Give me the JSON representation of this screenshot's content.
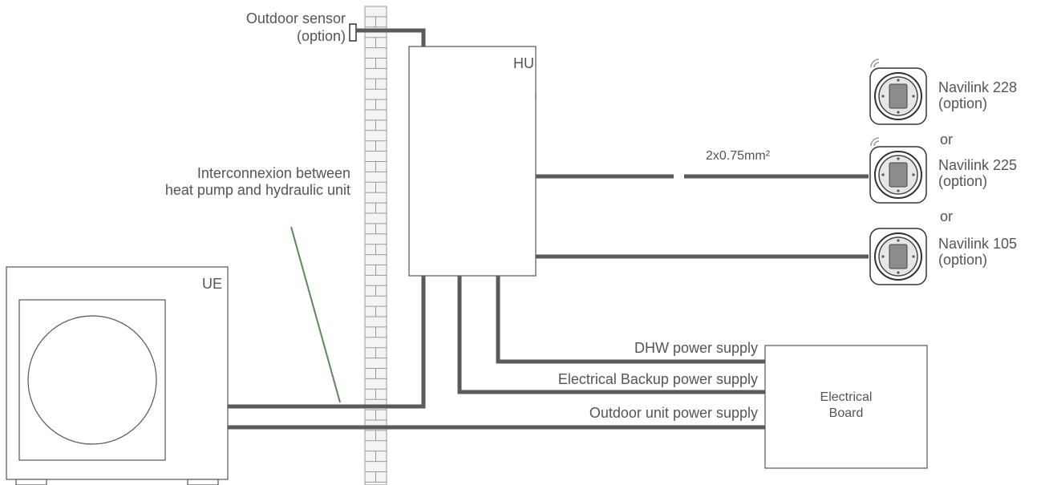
{
  "labels": {
    "outdoor_sensor": "Outdoor sensor",
    "outdoor_sensor_option": "(option)",
    "hu": "HU",
    "ue": "UE",
    "interconnexion_line1": "Interconnexion between",
    "interconnexion_line2": "heat pump and hydraulic unit",
    "cable_spec": "2x0.75mm²",
    "dhw_supply": "DHW power supply",
    "backup_supply": "Electrical Backup power supply",
    "outdoor_unit_supply": "Outdoor unit power supply",
    "electrical_board_line1": "Electrical",
    "electrical_board_line2": "Board",
    "or_1": "or",
    "or_2": "or"
  },
  "thermostats": [
    {
      "name": "Navilink 228",
      "option": "(option)",
      "wireless": true
    },
    {
      "name": "Navilink 225",
      "option": "(option)",
      "wireless": true
    },
    {
      "name": "Navilink 105",
      "option": "(option)",
      "wireless": false
    }
  ],
  "colors": {
    "line": "#5a5a5a",
    "wire": "#666666",
    "brick": "#aaaaaa",
    "interconnexion_pointer": "#5a8a5a",
    "text": "#555555"
  }
}
